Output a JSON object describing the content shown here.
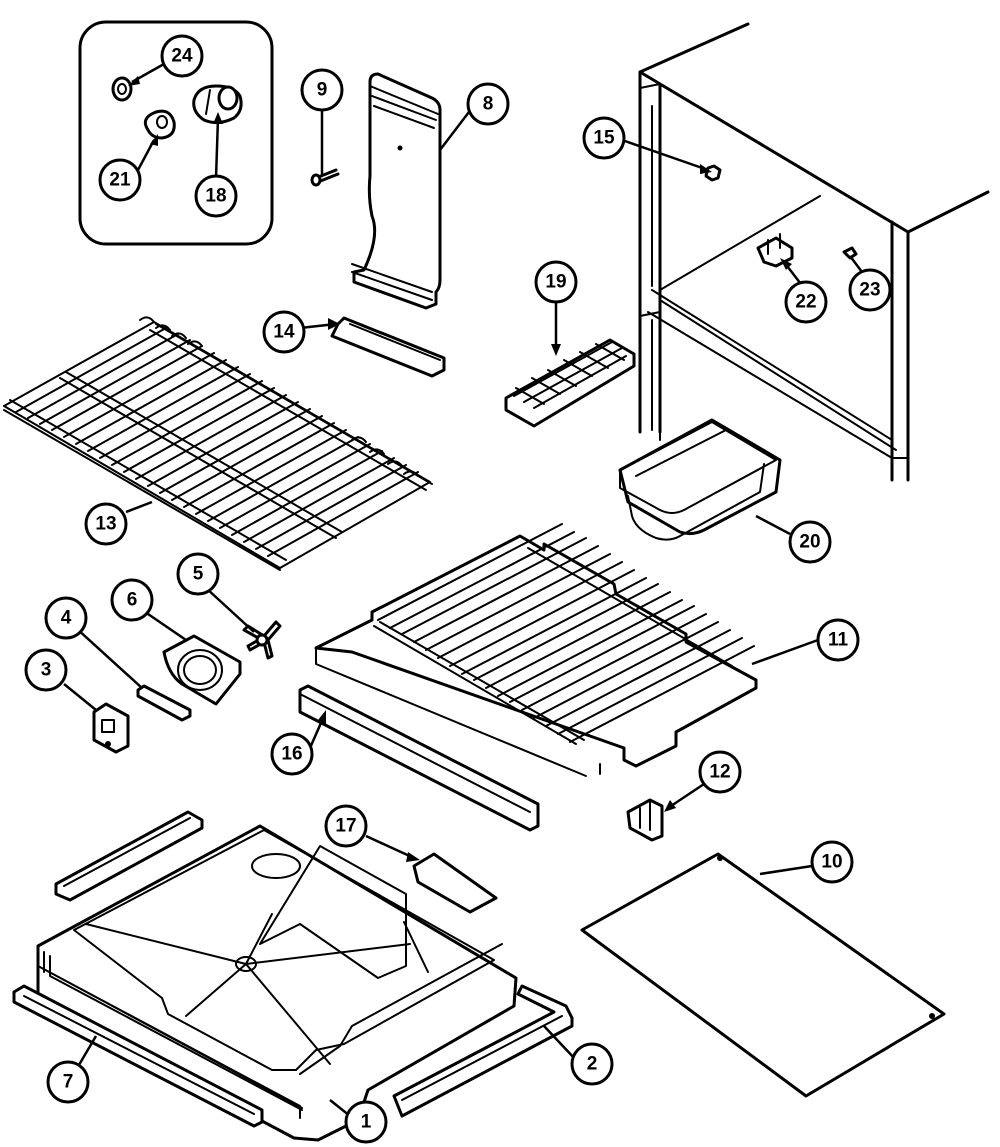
{
  "callouts": [
    {
      "id": "24",
      "label": "24"
    },
    {
      "id": "21",
      "label": "21"
    },
    {
      "id": "18a",
      "label": "18"
    },
    {
      "id": "9",
      "label": "9"
    },
    {
      "id": "8",
      "label": "8"
    },
    {
      "id": "15",
      "label": "15"
    },
    {
      "id": "14",
      "label": "14"
    },
    {
      "id": "19",
      "label": "19"
    },
    {
      "id": "22",
      "label": "22"
    },
    {
      "id": "23",
      "label": "23"
    },
    {
      "id": "13",
      "label": "13"
    },
    {
      "id": "20",
      "label": "20"
    },
    {
      "id": "5",
      "label": "5"
    },
    {
      "id": "6",
      "label": "6"
    },
    {
      "id": "4",
      "label": "4"
    },
    {
      "id": "3",
      "label": "3"
    },
    {
      "id": "11",
      "label": "11"
    },
    {
      "id": "16",
      "label": "16"
    },
    {
      "id": "12",
      "label": "12"
    },
    {
      "id": "17",
      "label": "17"
    },
    {
      "id": "10",
      "label": "10"
    },
    {
      "id": "7",
      "label": "7"
    },
    {
      "id": "2",
      "label": "2"
    },
    {
      "id": "1",
      "label": "1"
    }
  ]
}
